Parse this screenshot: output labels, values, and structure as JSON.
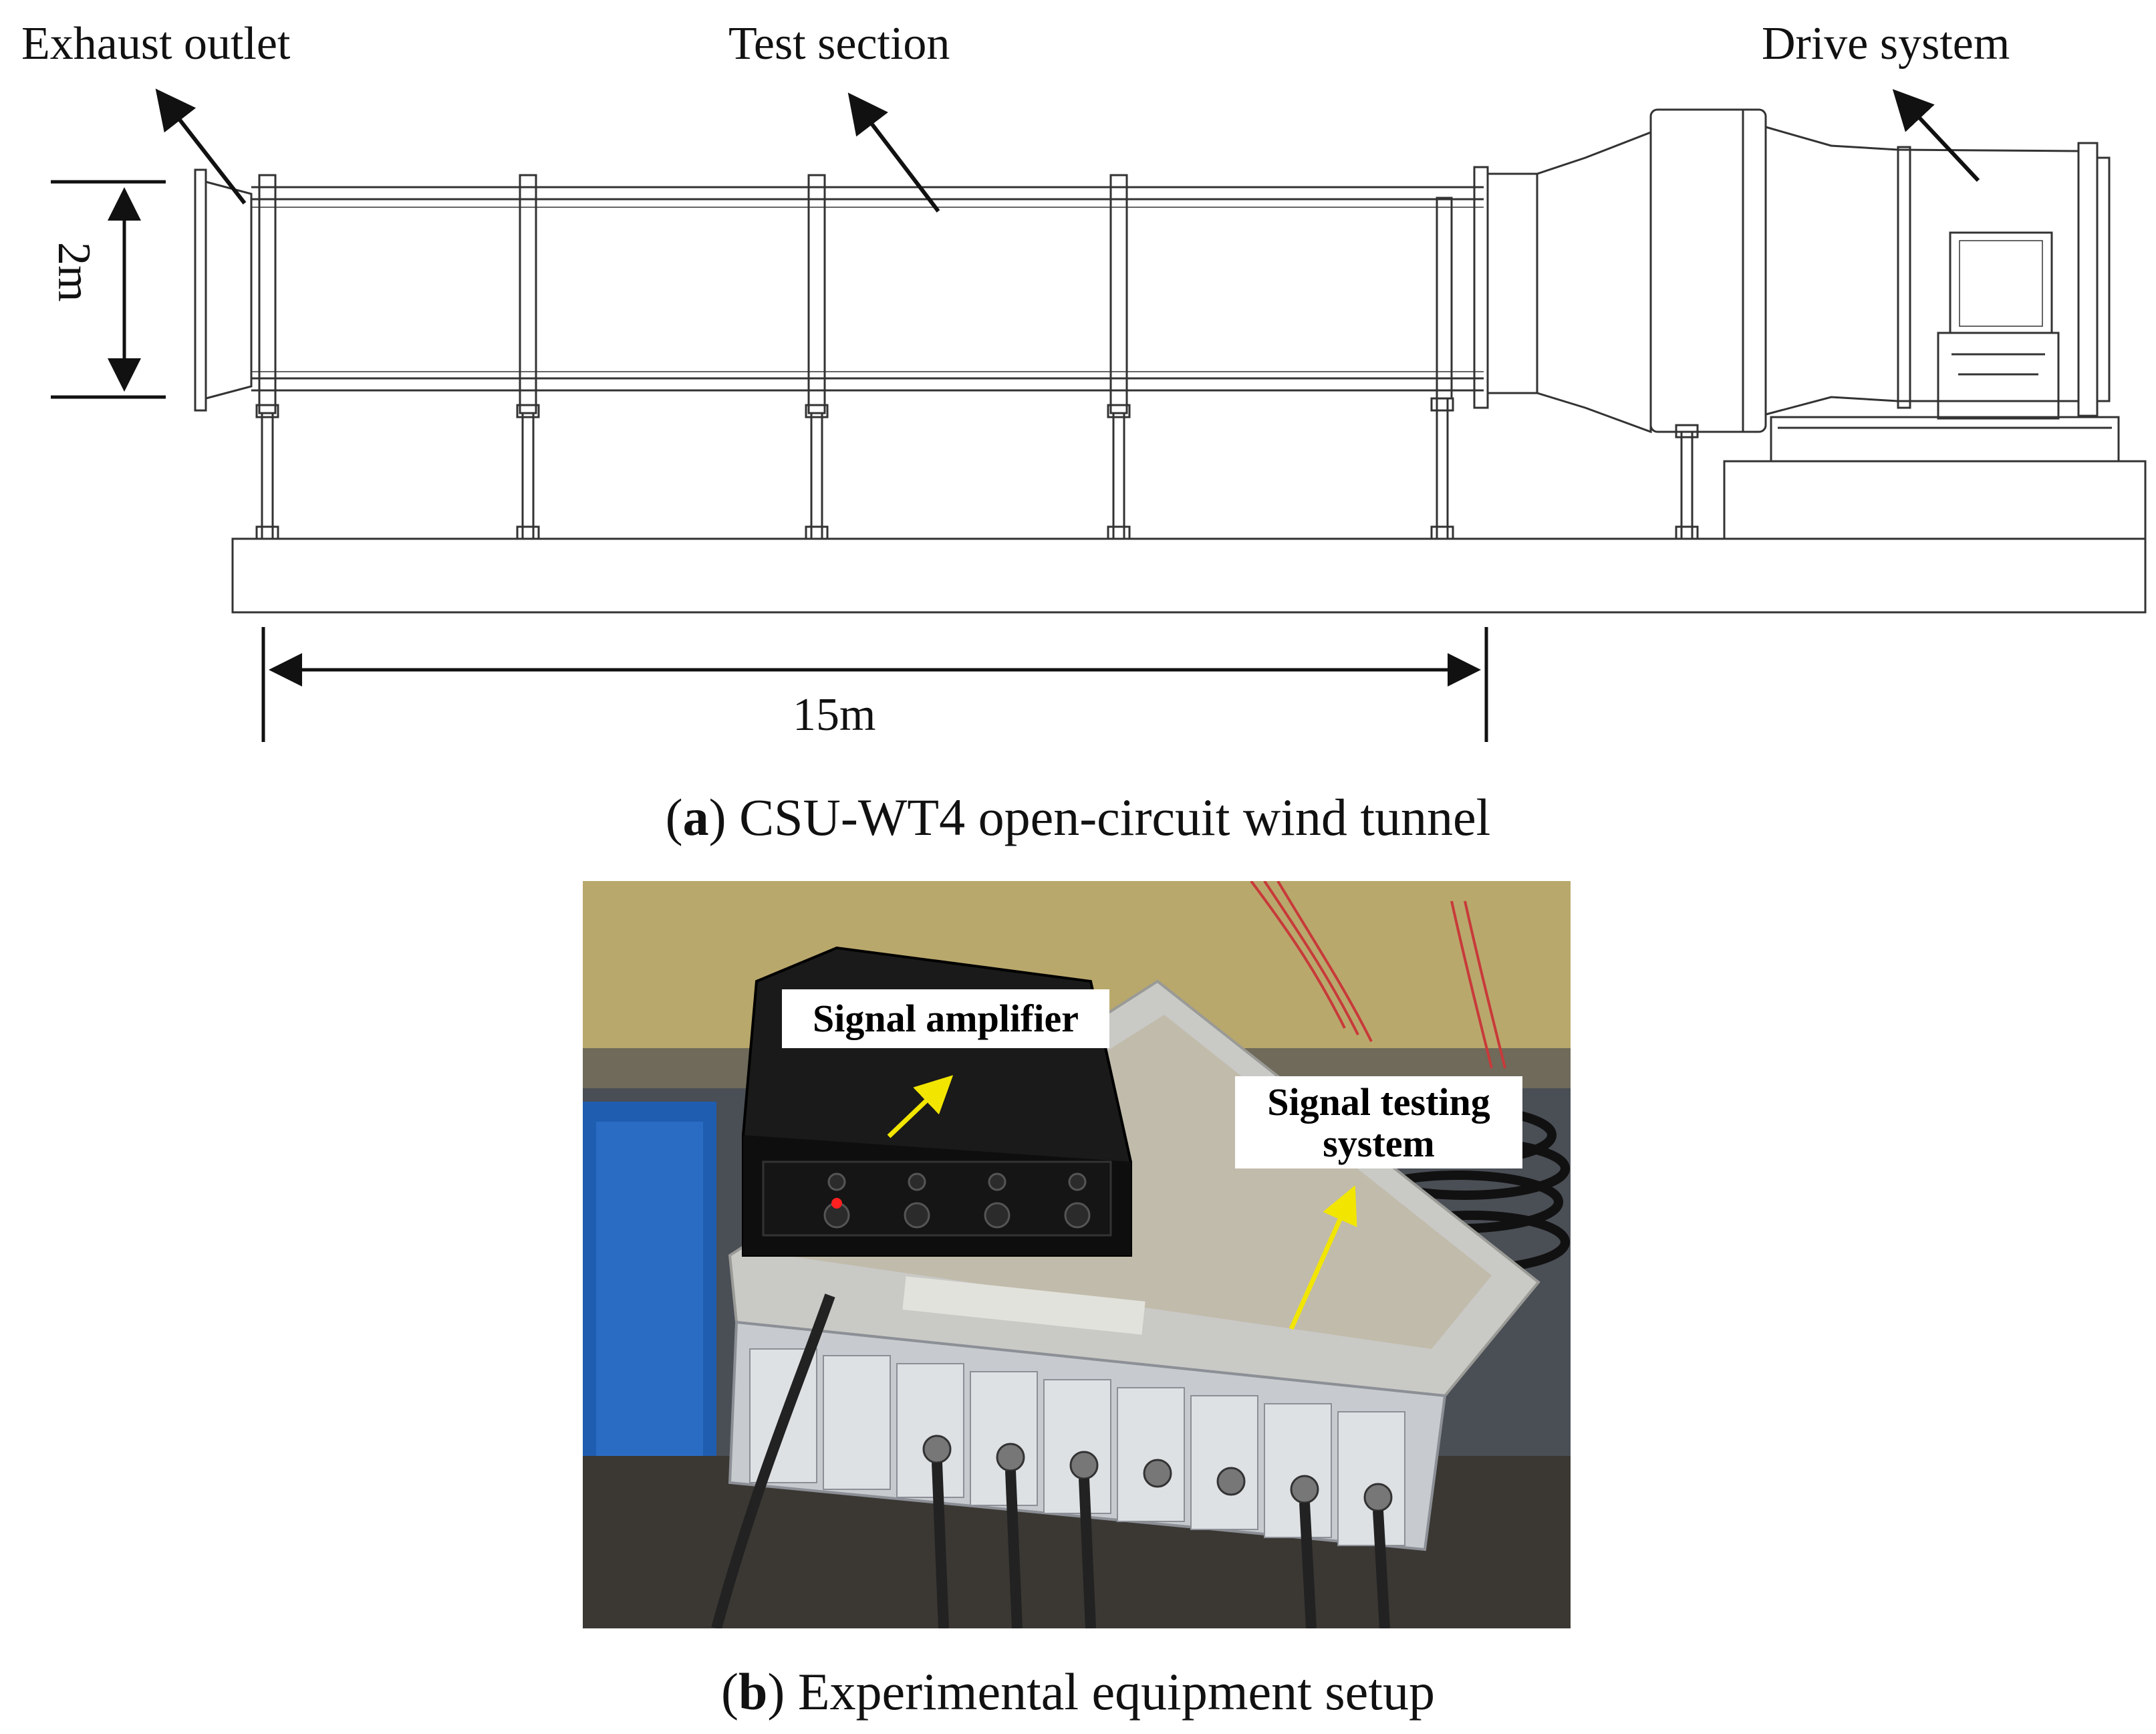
{
  "panel_a": {
    "labels": {
      "exhaust_outlet": "Exhaust outlet",
      "test_section": "Test section",
      "drive_system": "Drive system",
      "height_dim": "2m",
      "length_dim": "15m"
    },
    "caption_letter": "a",
    "caption_text": "CSU-WT4 open-circuit wind tunnel"
  },
  "panel_b": {
    "labels": {
      "signal_amplifier": "Signal amplifier",
      "signal_testing_line1": "Signal testing",
      "signal_testing_line2": "system"
    },
    "caption_letter": "b",
    "caption_text": "Experimental equipment setup",
    "colors": {
      "callout_arrow": "#f2e600",
      "amplifier_led": "#ff2020"
    }
  }
}
